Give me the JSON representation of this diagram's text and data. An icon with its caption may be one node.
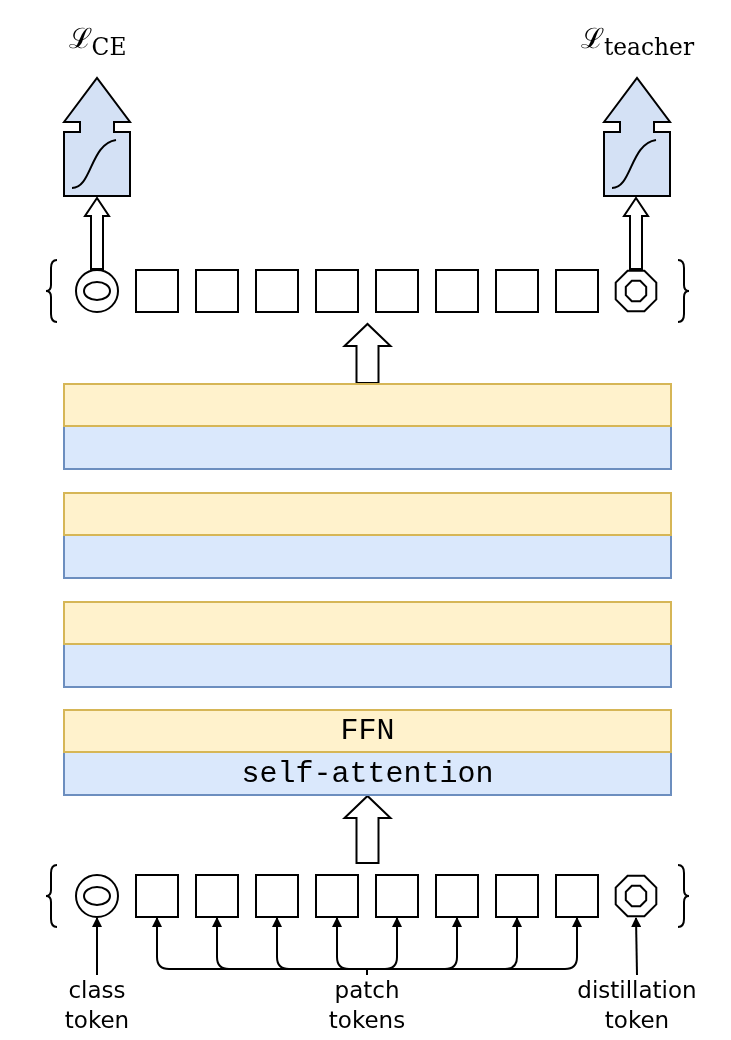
{
  "diagram": {
    "nodes": [
      {
        "text": [
          "ℒ$_{CE}$"
        ]
      },
      {
        "text": [
          "ℒ$_{teacher}$"
        ]
      },
      {
        "text": [],
        "shape": "bracket"
      },
      {
        "text": [],
        "shape": "circle",
        "in": 2
      },
      {
        "text": [],
        "shape": "box",
        "in": 2
      },
      {
        "text": [],
        "shape": "box",
        "in": 2
      },
      {
        "text": [],
        "shape": "box",
        "in": 2
      },
      {
        "text": [],
        "shape": "box",
        "in": 2
      },
      {
        "text": [],
        "shape": "box",
        "in": 2
      },
      {
        "text": [],
        "shape": "box",
        "in": 2
      },
      {
        "text": [],
        "shape": "box",
        "in": 2
      },
      {
        "text": [],
        "shape": "box",
        "in": 2
      },
      {
        "text": [],
        "shape": "octagon",
        "in": 2
      },
      {
        "text": [],
        "shape": "bar"
      },
      {
        "text": [],
        "shape": "bar"
      },
      {
        "text": [],
        "shape": "bar"
      },
      {
        "text": [],
        "shape": "bar"
      },
      {
        "text": [],
        "shape": "bar"
      },
      {
        "text": [],
        "shape": "bar"
      },
      {
        "text": [
          "FFN"
        ]
      },
      {
        "text": [
          "self-attention"
        ]
      },
      {
        "text": [],
        "shape": "bracket"
      },
      {
        "text": [],
        "shape": "circle",
        "in": 21
      },
      {
        "text": [],
        "shape": "box",
        "in": 21
      },
      {
        "text": [],
        "shape": "box",
        "in": 21
      },
      {
        "text": [],
        "shape": "box",
        "in": 21
      },
      {
        "text": [],
        "shape": "box",
        "in": 21
      },
      {
        "text": [],
        "shape": "box",
        "in": 21
      },
      {
        "text": [],
        "shape": "box",
        "in": 21
      },
      {
        "text": [],
        "shape": "box",
        "in": 21
      },
      {
        "text": [],
        "shape": "box",
        "in": 21
      },
      {
        "text": [],
        "shape": "octagon",
        "in": 21
      },
      {
        "text": [
          "class token"
        ]
      },
      {
        "text": [
          "patch tokens"
        ]
      },
      {
        "text": [
          "distillation token"
        ]
      }
    ],
    "edges": [
      {
        "from": 3,
        "to": 0,
        "arrow": "to"
      },
      {
        "from": 12,
        "to": 1,
        "arrow": "to"
      },
      {
        "from": 13,
        "to": 2,
        "arrow": "to"
      },
      {
        "from": 21,
        "to": 20,
        "arrow": "to"
      },
      {
        "from": 32,
        "to": 22,
        "arrow": "to"
      },
      {
        "from": 33,
        "to": 23,
        "arrow": "to"
      },
      {
        "from": 33,
        "to": 24,
        "arrow": "to"
      },
      {
        "from": 33,
        "to": 25,
        "arrow": "to"
      },
      {
        "from": 33,
        "to": 26,
        "arrow": "to"
      },
      {
        "from": 33,
        "to": 27,
        "arrow": "to"
      },
      {
        "from": 33,
        "to": 28,
        "arrow": "to"
      },
      {
        "from": 33,
        "to": 29,
        "arrow": "to"
      },
      {
        "from": 33,
        "to": 30,
        "arrow": "to"
      },
      {
        "from": 34,
        "to": 31,
        "arrow": "to"
      }
    ]
  }
}
